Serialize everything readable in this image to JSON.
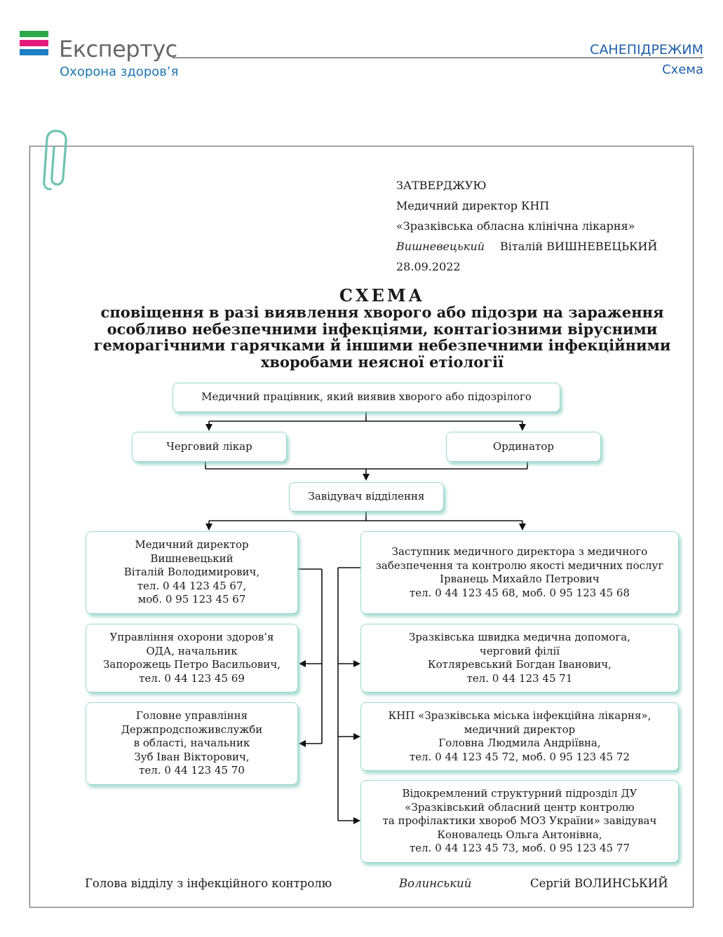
{
  "header": {
    "brand": "Експертус",
    "brand_subtitle": "Охорона здоров’я",
    "section": "САНЕПІДРЕЖИМ",
    "doc_type": "Схема",
    "logo_colors": [
      "#2ea84a",
      "#e5197a",
      "#1f7fc4"
    ]
  },
  "approval": {
    "line1": "ЗАТВЕРДЖУЮ",
    "line2": "Медичний директор КНП",
    "line3": "«Зразківська обласна клінічна лікарня»",
    "signature": "Вишневецький",
    "name": "Віталій ВИШНЕВЕЦЬКИЙ",
    "date": "28.09.2022"
  },
  "title": {
    "heading": "СХЕМА",
    "line1": "сповіщення в разі виявлення хворого або підозри на зараження",
    "line2": "особливо небезпечними інфекціями, контагіозними вірусними",
    "line3": "геморагічними гарячками й іншими небезпечними інфекційними",
    "line4": "хворобами неясної етіології"
  },
  "scheme": {
    "top": "Медичний працівник, який виявив хворого або підозрілого",
    "duty_doctor": "Черговий лікар",
    "resident": "Ординатор",
    "head": "Завідувач відділення",
    "left": [
      {
        "lines": [
          "Медичний директор",
          "Вишневецький",
          "Віталій Володимирович,",
          "тел. 0 44 123 45 67,",
          "моб. 0 95 123 45 67"
        ]
      },
      {
        "lines": [
          "Управління охорони здоров’я",
          "ОДА, начальник",
          "Запорожець Петро Васильович,",
          "тел. 0 44 123 45 69"
        ]
      },
      {
        "lines": [
          "Головне управління",
          "Держпродспоживслужби",
          "в області, начальник",
          "Зуб Іван Вікторович,",
          "тел. 0 44 123 45 70"
        ]
      }
    ],
    "right": [
      {
        "lines": [
          "Заступник медичного директора з медичного",
          "забезпечення та контролю якості медичних послуг",
          "Ірванець Михайло Петрович",
          "тел. 0 44 123 45 68, моб. 0 95 123 45 68"
        ]
      },
      {
        "lines": [
          "Зразківська швидка медична допомога,",
          "черговий філії",
          "Котляревський Богдан Іванович,",
          "тел. 0 44 123 45 71"
        ]
      },
      {
        "lines": [
          "КНП «Зразківська міська інфекційна лікарня»,",
          "медичний директор",
          "Головна Людмила Андріївна,",
          "тел. 0 44 123 45 72, моб. 0 95 123 45 72"
        ]
      },
      {
        "lines": [
          "Відокремлений структурний підрозділ ДУ",
          "«Зразківський обласний центр контролю",
          "та профілактики хвороб МОЗ України» завідувач",
          "Коновалець Ольга Антонівна,",
          "тел. 0 44 123 45 73, моб. 0 95 123 45 77"
        ]
      }
    ]
  },
  "footer": {
    "position": "Голова відділу з інфекційного контролю",
    "signature": "Волинський",
    "name": "Сергій ВОЛИНСЬКИЙ"
  }
}
